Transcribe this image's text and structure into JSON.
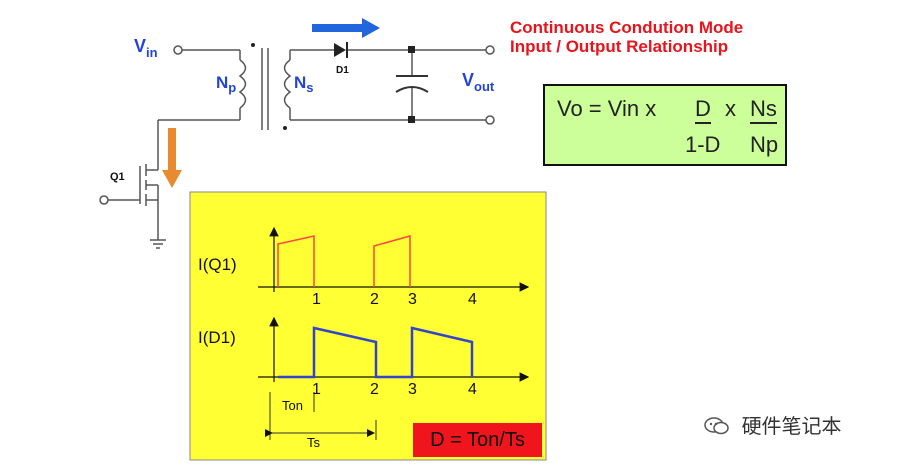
{
  "title": {
    "line1": "Continuous Condution Mode",
    "line2": "Input / Output Relationship"
  },
  "circuit": {
    "vin_main": "V",
    "vin_sub": "in",
    "np_main": "N",
    "np_sub": "p",
    "ns_main": "N",
    "ns_sub": "s",
    "vout_main": "V",
    "vout_sub": "out",
    "d1": "D1",
    "q1": "Q1"
  },
  "formula": {
    "lhs": "Vo = Vin  x",
    "d_num": "D",
    "d_den": "1-D",
    "times": "x",
    "n_num": "Ns",
    "n_den": "Np"
  },
  "waveforms": {
    "q1_label": "I(Q1)",
    "d1_label": "I(D1)",
    "ticks": [
      "1",
      "2",
      "3",
      "4"
    ],
    "ton": "Ton",
    "ts": "Ts",
    "duty": "D = Ton/Ts"
  },
  "watermark": "硬件笔记本",
  "colors": {
    "vin_blue": "#2244dd",
    "title_red": "#e8141c",
    "q1_wave": "#ff4444",
    "d1_wave": "#3344cc",
    "arrow_blue": "#2266dd",
    "arrow_orange": "#e88a2e",
    "formula_bg": "#ccff99",
    "wave_bg": "#ffff33",
    "duty_bg": "#f0141c"
  }
}
